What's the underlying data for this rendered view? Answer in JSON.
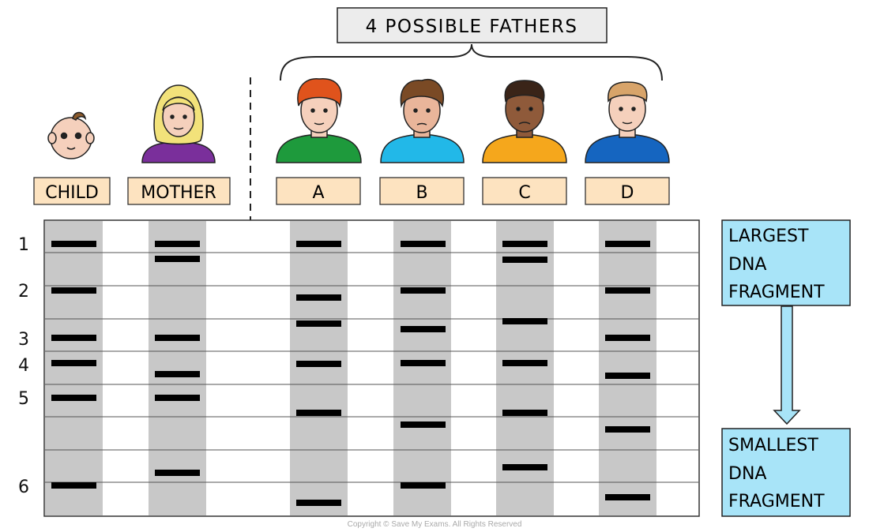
{
  "title": "4 POSSIBLE FATHERS",
  "people": [
    {
      "id": "child",
      "label": "CHILD",
      "shirt": "",
      "hair": "#8b5a2b",
      "skin": "#f5d0bc"
    },
    {
      "id": "mother",
      "label": "MOTHER",
      "shirt": "#7a2f9b",
      "hair": "#f2e27a",
      "skin": "#f5d0bc"
    },
    {
      "id": "a",
      "label": "A",
      "shirt": "#1e9a3c",
      "hair": "#e0531c",
      "skin": "#f5d0bc"
    },
    {
      "id": "b",
      "label": "B",
      "shirt": "#22b8e8",
      "hair": "#7a4a25",
      "skin": "#e9b59a"
    },
    {
      "id": "c",
      "label": "C",
      "shirt": "#f5a71c",
      "hair": "#3a2418",
      "skin": "#8f5a3a"
    },
    {
      "id": "d",
      "label": "D",
      "shirt": "#1565c0",
      "hair": "#d8a46a",
      "skin": "#f5d0bc"
    }
  ],
  "row_labels": [
    "1",
    "2",
    "3",
    "4",
    "5",
    "6"
  ],
  "largest_label": [
    "LARGEST",
    "DNA",
    "FRAGMENT"
  ],
  "smallest_label": [
    "SMALLEST",
    "DNA",
    "FRAGMENT"
  ],
  "copyright": "Copyright © Save My Exams. All Rights Reserved",
  "colors": {
    "label_fill": "#fde3c0",
    "lane_fill": "#c8c8c8",
    "side_box": "#a8e4f8",
    "band": "#000000"
  }
}
